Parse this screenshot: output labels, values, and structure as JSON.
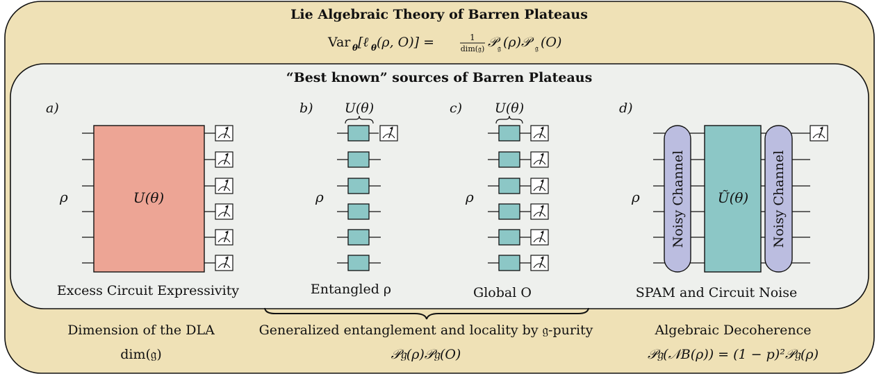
{
  "outer": {
    "title": "Lie Algebraic Theory of Barren Plateaus",
    "formula": "Var_θ[ℓ_θ(ρ, O)] = 1/dim(𝔤) · P_𝔤(ρ) P_𝔤(O)",
    "formula_lhs": "Var",
    "formula_sub": "θ",
    "formula_mid": "[ℓ",
    "formula_mid_sub": "θ",
    "formula_args": "(ρ, O)] =",
    "frac_num": "1",
    "frac_den": "dim(𝔤)",
    "formula_rhs": "𝒫",
    "rhs_sub1": "𝔤",
    "rhs_arg1": "(ρ)𝒫",
    "rhs_sub2": "𝔤",
    "rhs_arg2": "(O)"
  },
  "inner": {
    "title": "“Best known” sources of Barren Plateaus"
  },
  "panels": {
    "a": {
      "label": "a)",
      "rho": "ρ",
      "gate": "U(θ)",
      "caption": "Excess Circuit Expressivity"
    },
    "b": {
      "label": "b)",
      "rho": "ρ",
      "brace_label": "U(θ)",
      "caption": "Entangled ρ"
    },
    "c": {
      "label": "c)",
      "rho": "ρ",
      "brace_label": "U(θ)",
      "caption": "Global O"
    },
    "d": {
      "label": "d)",
      "rho": "ρ",
      "channel1": "Noisy Channel",
      "gate": "Ũ(θ)",
      "channel2": "Noisy Channel",
      "caption": "SPAM and Circuit Noise"
    }
  },
  "bottom": {
    "left_line1": "Dimension of the DLA",
    "left_line2": "dim(𝔤)",
    "middle_line1": "Generalized entanglement and locality by 𝔤-purity",
    "middle_line2": "𝒫𝔤(ρ)𝒫𝔤(O)",
    "right_line1": "Algebraic Decoherence",
    "right_line2": "𝒫𝔤(𝒩B(ρ)) = (1 − p)²𝒫𝔤(ρ)"
  },
  "colors": {
    "outer_fill": "#efe1b6",
    "inner_fill": "#eef0ed",
    "salmon": "#eda595",
    "teal": "#8cc7c6",
    "lavender": "#bbbde0"
  }
}
